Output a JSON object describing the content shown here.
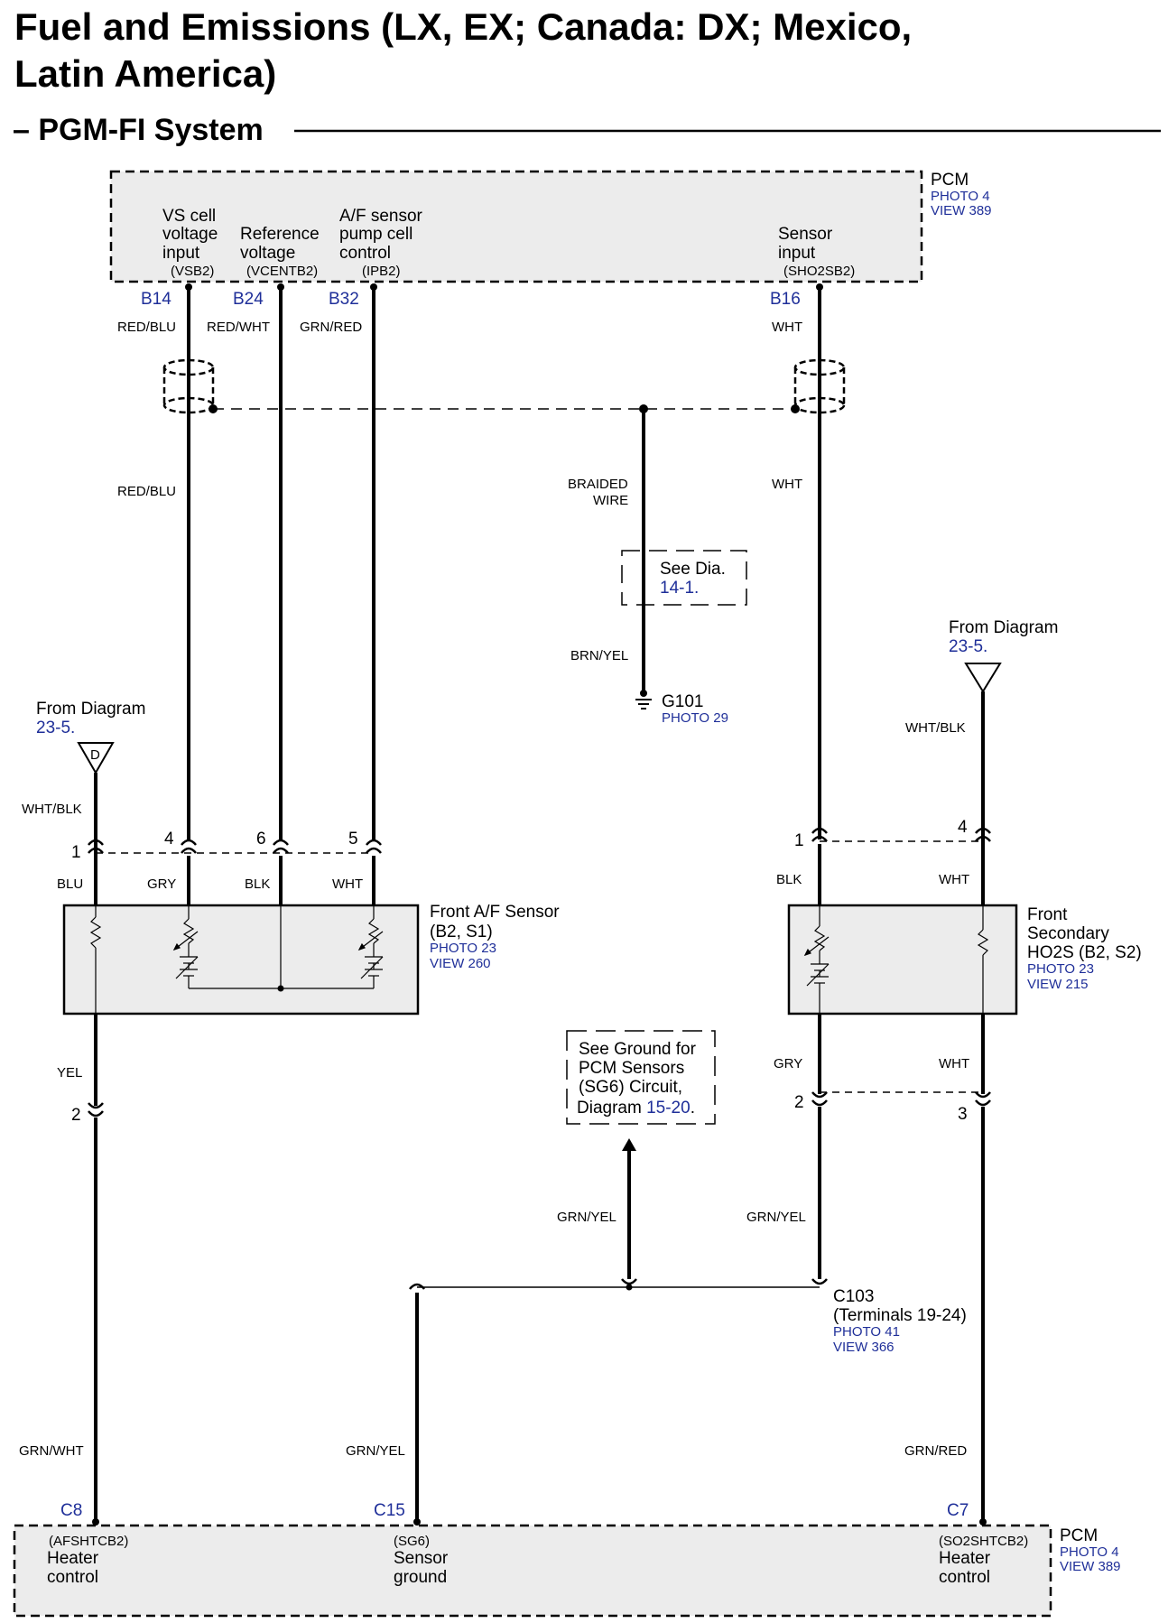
{
  "title_line1": "Fuel and Emissions (LX, EX; Canada: DX; Mexico,",
  "title_line2": "Latin America)",
  "subtitle": "– PGM-FI System",
  "pcm_top": {
    "name": "PCM",
    "photo": "PHOTO 4",
    "view": "VIEW 389",
    "terminals": [
      {
        "label_lines": [
          "VS cell",
          "voltage",
          "input"
        ],
        "code": "(VSB2)",
        "pin": "B14",
        "wire": "RED/BLU"
      },
      {
        "label_lines": [
          "Reference",
          "voltage"
        ],
        "code": "(VCENTB2)",
        "pin": "B24",
        "wire": "RED/WHT"
      },
      {
        "label_lines": [
          "A/F sensor",
          "pump cell",
          "control"
        ],
        "code": "(IPB2)",
        "pin": "B32",
        "wire": "GRN/RED"
      },
      {
        "label_lines": [
          "Sensor",
          "input"
        ],
        "code": "(SHO2SB2)",
        "pin": "B16",
        "wire": "WHT"
      }
    ]
  },
  "shield_wires": {
    "left": "RED/BLU",
    "right": "WHT",
    "braided_l1": "BRAIDED",
    "braided_l2": "WIRE",
    "ground_wire": "BRN/YEL"
  },
  "see_dia": {
    "line1": "See Dia.",
    "ref": "14-1."
  },
  "ground": {
    "name": "G101",
    "photo": "PHOTO 29"
  },
  "from_diagram_left": {
    "line1": "From Diagram",
    "ref": "23-5.",
    "tag": "D",
    "wire": "WHT/BLK"
  },
  "from_diagram_right": {
    "line1": "From Diagram",
    "ref": "23-5.",
    "wire": "WHT/BLK"
  },
  "af_sensor": {
    "name_l1": "Front A/F Sensor",
    "name_l2": "(B2, S1)",
    "photo": "PHOTO 23",
    "view": "VIEW 260",
    "pins": [
      "1",
      "4",
      "6",
      "5"
    ],
    "wires": [
      "BLU",
      "GRY",
      "BLK",
      "WHT"
    ],
    "bottom_wire": "YEL",
    "bottom_pin": "2"
  },
  "ho2s": {
    "name_l1": "Front",
    "name_l2": "Secondary",
    "name_l3": "HO2S (B2, S2)",
    "photo": "PHOTO 23",
    "view": "VIEW 215",
    "pins": [
      "1",
      "4"
    ],
    "wires": [
      "BLK",
      "WHT"
    ],
    "bottom_wires": [
      "GRY",
      "WHT"
    ],
    "bottom_pins": [
      "2",
      "3"
    ]
  },
  "see_ground": {
    "line1": "See Ground for",
    "line2": "PCM Sensors",
    "line3": "(SG6) Circuit,",
    "line4_pre": "Diagram",
    "ref": "15-20",
    "dot": "."
  },
  "c103": {
    "name": "C103",
    "terminals": "(Terminals 19-24)",
    "photo": "PHOTO 41",
    "view": "VIEW 366",
    "wire_up": "GRN/YEL",
    "wire_right": "GRN/YEL"
  },
  "bottom_wires": {
    "left": "GRN/WHT",
    "mid": "GRN/YEL",
    "right": "GRN/RED"
  },
  "pcm_bottom": {
    "name": "PCM",
    "photo": "PHOTO 4",
    "view": "VIEW 389",
    "terminals": [
      {
        "pin": "C8",
        "code": "(AFSHTCB2)",
        "l1": "Heater",
        "l2": "control"
      },
      {
        "pin": "C15",
        "code": "(SG6)",
        "l1": "Sensor",
        "l2": "ground"
      },
      {
        "pin": "C7",
        "code": "(SO2SHTCB2)",
        "l1": "Heater",
        "l2": "control"
      }
    ]
  }
}
